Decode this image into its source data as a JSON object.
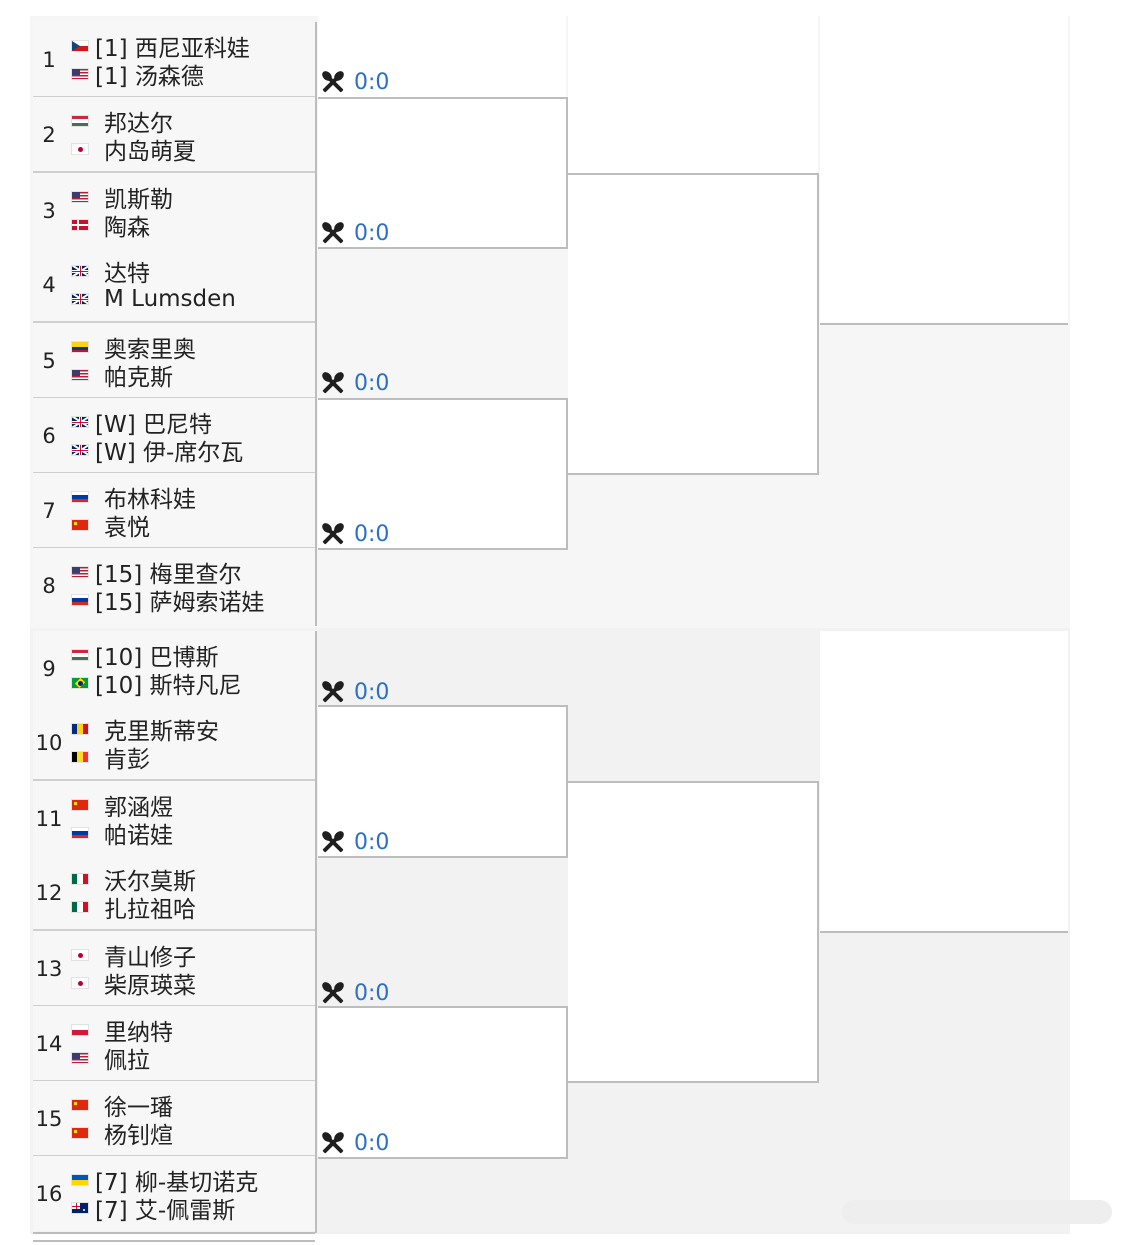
{
  "round1": [
    {
      "slot": "1",
      "players": [
        {
          "name": "[1] 西尼亚科娃",
          "flag": "cz",
          "seeded": true
        },
        {
          "name": "[1] 汤森德",
          "flag": "us",
          "seeded": true
        }
      ]
    },
    {
      "slot": "2",
      "players": [
        {
          "name": "邦达尔",
          "flag": "hu",
          "seeded": false
        },
        {
          "name": "内岛萌夏",
          "flag": "jp",
          "seeded": false
        }
      ]
    },
    {
      "slot": "3",
      "players": [
        {
          "name": "凯斯勒",
          "flag": "us",
          "seeded": false
        },
        {
          "name": "陶森",
          "flag": "dk",
          "seeded": false
        }
      ]
    },
    {
      "slot": "4",
      "players": [
        {
          "name": "达特",
          "flag": "gb",
          "seeded": false
        },
        {
          "name": "M Lumsden",
          "flag": "gb",
          "seeded": false
        }
      ]
    },
    {
      "slot": "5",
      "players": [
        {
          "name": "奥索里奥",
          "flag": "co",
          "seeded": false
        },
        {
          "name": "帕克斯",
          "flag": "us",
          "seeded": false
        }
      ]
    },
    {
      "slot": "6",
      "players": [
        {
          "name": "[W] 巴尼特",
          "flag": "gb",
          "seeded": true
        },
        {
          "name": "[W] 伊-席尔瓦",
          "flag": "gb",
          "seeded": true
        }
      ]
    },
    {
      "slot": "7",
      "players": [
        {
          "name": "布林科娃",
          "flag": "ru",
          "seeded": false
        },
        {
          "name": "袁悦",
          "flag": "cn",
          "seeded": false
        }
      ]
    },
    {
      "slot": "8",
      "players": [
        {
          "name": "[15] 梅里查尔",
          "flag": "us",
          "seeded": true
        },
        {
          "name": "[15] 萨姆索诺娃",
          "flag": "ru",
          "seeded": true
        }
      ]
    },
    {
      "slot": "9",
      "players": [
        {
          "name": "[10] 巴博斯",
          "flag": "hu",
          "seeded": true
        },
        {
          "name": "[10] 斯特凡尼",
          "flag": "br",
          "seeded": true
        }
      ]
    },
    {
      "slot": "10",
      "players": [
        {
          "name": "克里斯蒂安",
          "flag": "ro",
          "seeded": false
        },
        {
          "name": "肯彭",
          "flag": "be",
          "seeded": false
        }
      ]
    },
    {
      "slot": "11",
      "players": [
        {
          "name": "郭涵煜",
          "flag": "cn",
          "seeded": false
        },
        {
          "name": "帕诺娃",
          "flag": "ru",
          "seeded": false
        }
      ]
    },
    {
      "slot": "12",
      "players": [
        {
          "name": "沃尔莫斯",
          "flag": "mx",
          "seeded": false
        },
        {
          "name": "扎拉祖哈",
          "flag": "mx",
          "seeded": false
        }
      ]
    },
    {
      "slot": "13",
      "players": [
        {
          "name": "青山修子",
          "flag": "jp",
          "seeded": false
        },
        {
          "name": "柴原瑛菜",
          "flag": "jp",
          "seeded": false
        }
      ]
    },
    {
      "slot": "14",
      "players": [
        {
          "name": "里纳特",
          "flag": "pl",
          "seeded": false
        },
        {
          "name": "佩拉",
          "flag": "us",
          "seeded": false
        }
      ]
    },
    {
      "slot": "15",
      "players": [
        {
          "name": "徐一璠",
          "flag": "cn",
          "seeded": false
        },
        {
          "name": "杨钊煊",
          "flag": "cn",
          "seeded": false
        }
      ]
    },
    {
      "slot": "16",
      "players": [
        {
          "name": "[7] 柳-基切诺克",
          "flag": "ua",
          "seeded": true
        },
        {
          "name": "[7] 艾-佩雷斯",
          "flag": "au",
          "seeded": true
        }
      ]
    }
  ],
  "matches": [
    {
      "score": "0:0",
      "icon": "tennis-racket-crossed-icon"
    },
    {
      "score": "0:0",
      "icon": "tennis-racket-crossed-icon"
    },
    {
      "score": "0:0",
      "icon": "tennis-racket-crossed-icon"
    },
    {
      "score": "0:0",
      "icon": "tennis-racket-crossed-icon"
    },
    {
      "score": "0:0",
      "icon": "tennis-racket-crossed-icon"
    },
    {
      "score": "0:0",
      "icon": "tennis-racket-crossed-icon"
    },
    {
      "score": "0:0",
      "icon": "tennis-racket-crossed-icon"
    },
    {
      "score": "0:0",
      "icon": "tennis-racket-crossed-icon"
    }
  ],
  "colors": {
    "score": "#2a6fc9",
    "bracket_line": "#bdbdbd",
    "panel": "#f7f7f7"
  }
}
